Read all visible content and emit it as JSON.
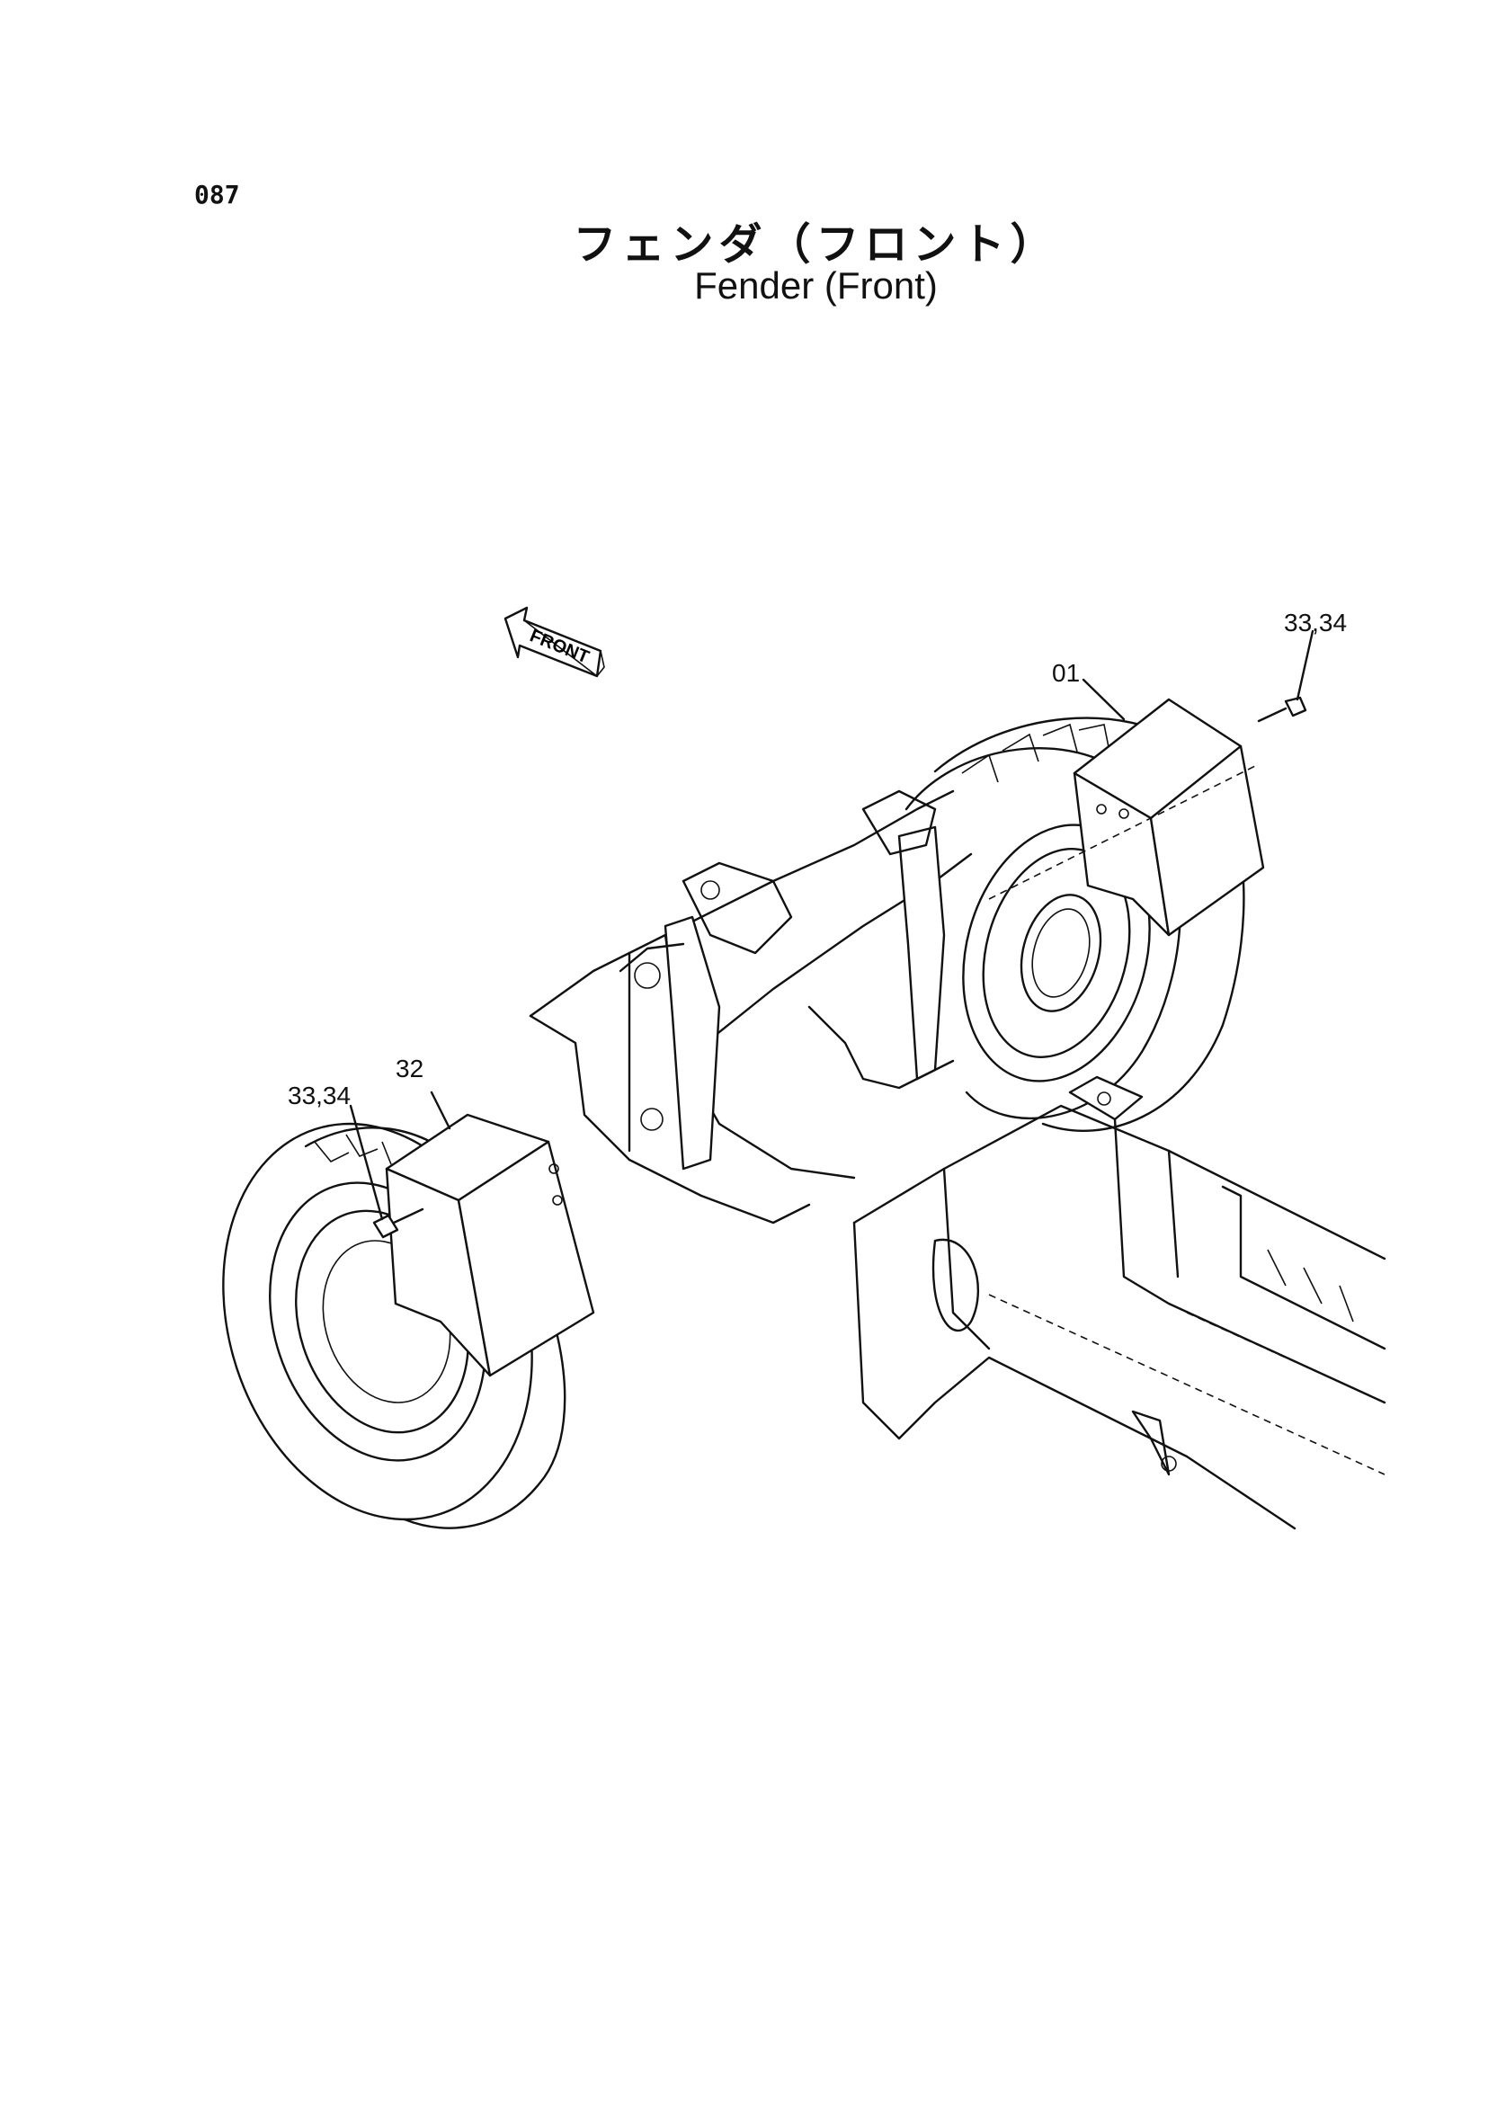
{
  "page": {
    "number": "087",
    "title_jp": "フェンダ（フロント）",
    "title_en": "Fender (Front)"
  },
  "diagram": {
    "direction_arrow": "FRONT",
    "callouts": {
      "fender_right": "01",
      "bolt_right": "33,34",
      "fender_left": "32",
      "bolt_left": "33,34"
    }
  }
}
